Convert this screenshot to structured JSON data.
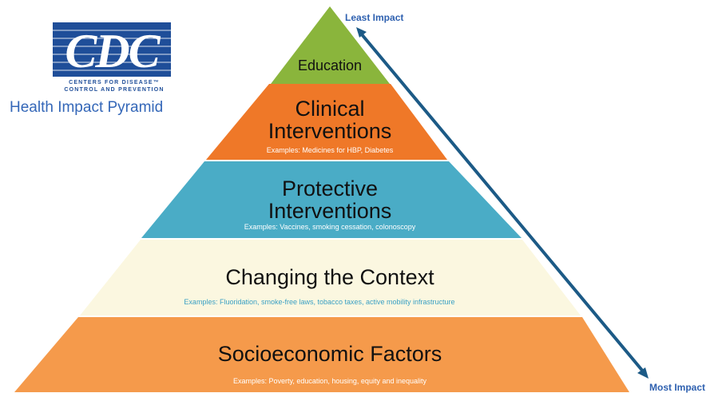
{
  "logo": {
    "wordmark": "CDC",
    "line1": "CENTERS FOR DISEASE™",
    "line2": "CONTROL AND PREVENTION"
  },
  "subtitle": "Health Impact Pyramid",
  "arrow": {
    "top_label": "Least Impact",
    "bottom_label": "Most Impact"
  },
  "levels": [
    {
      "id": "education",
      "title": "Education",
      "example": "",
      "color": "#8ab53c"
    },
    {
      "id": "clinical",
      "title": "Clinical Interventions",
      "example": "Examples: Medicines for HBP, Diabetes",
      "color": "#ef7828"
    },
    {
      "id": "protective",
      "title": "Protective Interventions",
      "example": "Examples: Vaccines, smoking cessation, colonoscopy",
      "color": "#4aacc6"
    },
    {
      "id": "context",
      "title": "Changing the Context",
      "example": "Examples: Fluoridation, smoke-free laws, tobacco taxes, active mobility infrastructure",
      "color": "#fbf7e0"
    },
    {
      "id": "socioeconomic",
      "title": "Socioeconomic Factors",
      "example": "Examples: Poverty, education, housing, equity and inequality",
      "color": "#f59a4b"
    }
  ],
  "colors": {
    "brand": "#1f4e99",
    "arrow": "#1c5a86"
  }
}
